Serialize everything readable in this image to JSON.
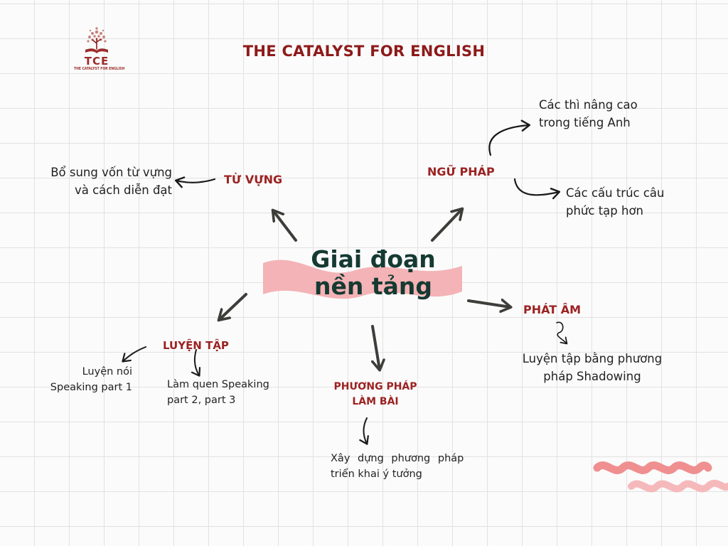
{
  "brand": {
    "abbr": "TCE",
    "tagline": "THE CATALYST FOR ENGLISH"
  },
  "title": "THE CATALYST FOR ENGLISH",
  "center": {
    "line1": "Giai đoạn",
    "line2": "nền tảng"
  },
  "branches": {
    "vocabulary": {
      "label": "TỪ VỰNG",
      "notes": [
        "Bổ sung vốn từ vựng",
        "và cách diễn đạt"
      ]
    },
    "grammar": {
      "label": "NGỮ PHÁP",
      "note1": [
        "Các thì nâng cao",
        "trong tiếng Anh"
      ],
      "note2": [
        "Các cấu trúc câu",
        "phức tạp hơn"
      ]
    },
    "pronunciation": {
      "label": "PHÁT ÂM",
      "notes": [
        "Luyện tập bằng phương",
        "pháp Shadowing"
      ]
    },
    "method": {
      "label_lines": [
        "PHƯƠNG PHÁP",
        "LÀM BÀI"
      ],
      "notes": [
        "Xây dựng phương pháp",
        "triển khai ý tưởng"
      ]
    },
    "practice": {
      "label": "LUYỆN TẬP",
      "note1": [
        "Luyện nói",
        "Speaking part 1"
      ],
      "note2": [
        "Làm quen Speaking",
        "part 2, part 3"
      ]
    }
  },
  "colors": {
    "accent_red": "#8e1a1a",
    "center_text": "#153a32",
    "brush_pink": "#f4b3b6",
    "wave_coral": "#ef8f90",
    "wave_pink": "#f6b9bb",
    "arrow": "#3d3d3a"
  }
}
